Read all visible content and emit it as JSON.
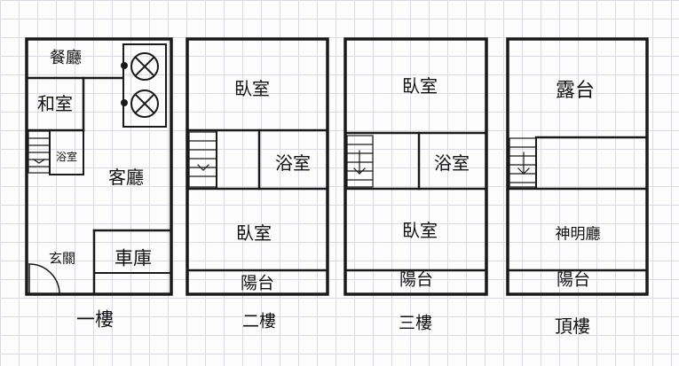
{
  "floors": [
    {
      "name": "一樓",
      "rooms": {
        "dining": "餐廳",
        "japanese_room": "和室",
        "bath": "浴室",
        "living": "客廳",
        "entrance": "玄關",
        "garage": "車庫"
      }
    },
    {
      "name": "二樓",
      "rooms": {
        "bedroom_top": "臥室",
        "bath": "浴室",
        "bedroom_bottom": "臥室",
        "balcony": "陽台"
      }
    },
    {
      "name": "三樓",
      "rooms": {
        "bedroom_top": "臥室",
        "bath": "浴室",
        "bedroom_bottom": "臥室",
        "balcony": "陽台"
      }
    },
    {
      "name": "頂樓",
      "rooms": {
        "terrace": "露台",
        "shrine_hall": "神明廳",
        "balcony": "陽台"
      }
    }
  ]
}
